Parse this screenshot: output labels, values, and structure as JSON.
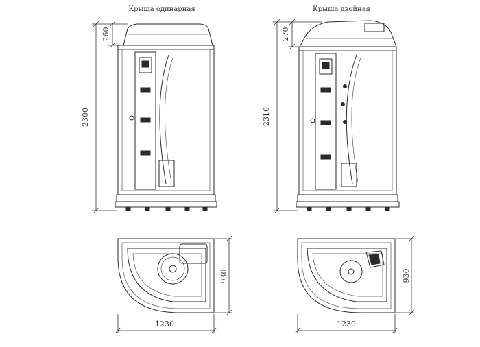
{
  "views": {
    "left": {
      "caption": "Крыша одинарная",
      "height_total": "2300",
      "roof_height": "260",
      "plan_width": "1230",
      "plan_depth": "930"
    },
    "right": {
      "caption": "Крыша двойная",
      "height_total": "2310",
      "roof_height": "270",
      "plan_width": "1230",
      "plan_depth": "930"
    }
  }
}
